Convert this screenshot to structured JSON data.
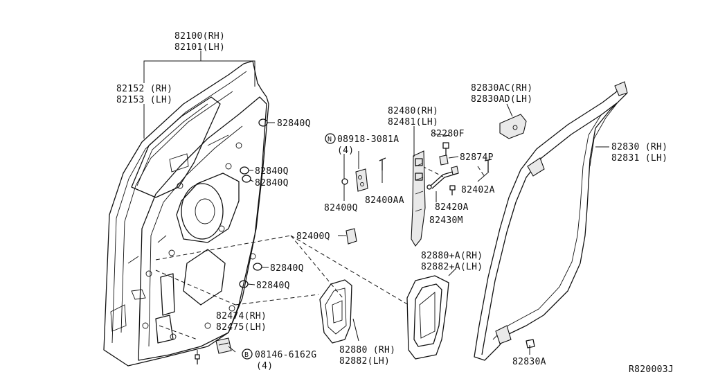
{
  "labels": {
    "door_panel_rh": "82100(RH)",
    "door_panel_lh": "82101(LH)",
    "glass_run_rh": "82152 (RH)",
    "glass_run_lh": "82153 (LH)",
    "plug_a": "82840Q",
    "plug_b": "82840Q",
    "plug_c": "82840Q",
    "plug_d": "82840Q",
    "plug_e": "82840Q",
    "bolt_n_code": "08918-3081A",
    "bolt_n_qty": "(4)",
    "bolt_n_symbol": "N",
    "nut_82400q": "82400Q",
    "bracket_82400aa": "82400AA",
    "hinge_rh": "82480(RH)",
    "hinge_lh": "82481(LH)",
    "screw_82280f": "82280F",
    "clip_82874p": "82874P",
    "bolt_82402a": "82402A",
    "rod_82420a": "82420A",
    "rod_82430m": "82430M",
    "latch_82400q": "82400Q",
    "cover_rh": "82830AC(RH)",
    "cover_lh": "82830AD(LH)",
    "seal_rh": "82830 (RH)",
    "seal_lh": "82831 (LH)",
    "handle_frame_rh": "82880+A(RH)",
    "handle_frame_lh": "82882+A(LH)",
    "bracket_82474_rh": "82474(RH)",
    "bracket_82475_lh": "82475(LH)",
    "bolt_b_code": "08146-6162G",
    "bolt_b_qty": "(4)",
    "bolt_b_symbol": "B",
    "handle_rh": "82880 (RH)",
    "handle_lh": "82882(LH)",
    "clip_82830a": "82830A",
    "ref_code": "R820003J"
  }
}
